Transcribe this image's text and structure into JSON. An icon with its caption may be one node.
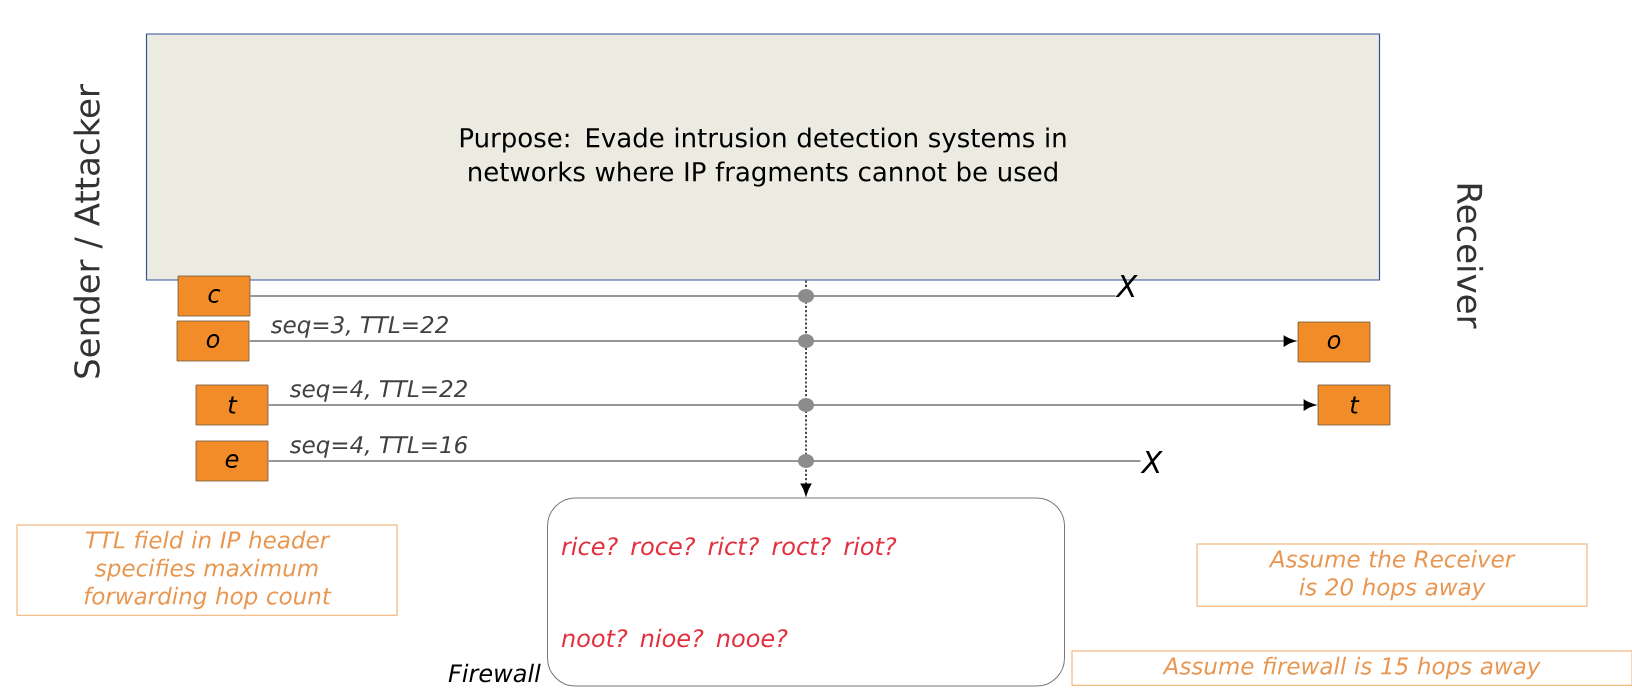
{
  "diagram": {
    "nodes": [
      {
        "text": [
          "Purpose: Evade intrusion detection systems in networks where IP fragments cannot be used"
        ]
      },
      {
        "text": [
          "c"
        ]
      },
      {
        "text": [
          "o"
        ]
      },
      {
        "text": [
          "t"
        ]
      },
      {
        "text": [
          "e"
        ]
      },
      {
        "text": [
          "X"
        ]
      },
      {
        "text": [
          "o"
        ]
      },
      {
        "text": [
          "t"
        ]
      },
      {
        "text": [
          "X"
        ]
      },
      {
        "text": [
          "rice? roce? rict? roct? riot?",
          "noot? nioe? nooe?"
        ],
        "beside": [
          "Firewall"
        ]
      },
      {
        "text": [
          "TTL field in IP header specifies maximum forwarding hop count"
        ]
      },
      {
        "text": [
          "Assume the Receiver is 20 hops away"
        ]
      },
      {
        "text": [
          "Assume firewall is 15 hops away"
        ]
      }
    ],
    "edges": [
      {
        "from": 1,
        "to": 5,
        "arrow": "none"
      },
      {
        "from": 2,
        "to": 6,
        "arrow": "to",
        "label": "seq=3, TTL=22"
      },
      {
        "from": 3,
        "to": 7,
        "arrow": "to",
        "label": "seq=4, TTL=22"
      },
      {
        "from": 4,
        "to": 8,
        "arrow": "none",
        "label": "seq=4, TTL=16"
      },
      {
        "from": 0,
        "to": 9,
        "arrow": "to",
        "style": "dashed"
      }
    ],
    "labels": [
      "Sender / Attacker",
      "Receiver"
    ]
  }
}
